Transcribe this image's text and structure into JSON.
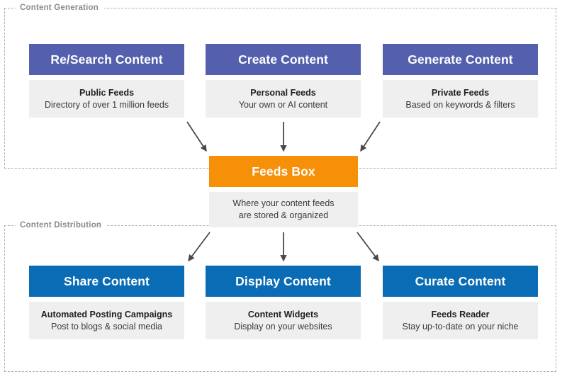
{
  "diagram": {
    "sections": [
      {
        "id": "generation",
        "label": "Content Generation"
      },
      {
        "id": "distribution",
        "label": "Content Distribution"
      }
    ],
    "colors": {
      "generation_header": "#5460ae",
      "distribution_header": "#0a6cb4",
      "hub_header": "#f79009",
      "body_background": "#efefef",
      "frame_border": "#b0b0b0",
      "arrow": "#4a4a4a"
    },
    "generation_cards": [
      {
        "title": "Re/Search Content",
        "body_title": "Public Feeds",
        "body_sub": "Directory of over 1 million feeds"
      },
      {
        "title": "Create Content",
        "body_title": "Personal Feeds",
        "body_sub": "Your own or AI content"
      },
      {
        "title": "Generate Content",
        "body_title": "Private Feeds",
        "body_sub": "Based on keywords & filters"
      }
    ],
    "hub": {
      "title": "Feeds Box",
      "body_line1": "Where your content feeds",
      "body_line2": "are stored & organized"
    },
    "distribution_cards": [
      {
        "title": "Share Content",
        "body_title": "Automated Posting Campaigns",
        "body_sub": "Post to blogs & social media"
      },
      {
        "title": "Display Content",
        "body_title": "Content Widgets",
        "body_sub": "Display on your websites"
      },
      {
        "title": "Curate Content",
        "body_title": "Feeds Reader",
        "body_sub": "Stay up-to-date on your niche"
      }
    ]
  }
}
